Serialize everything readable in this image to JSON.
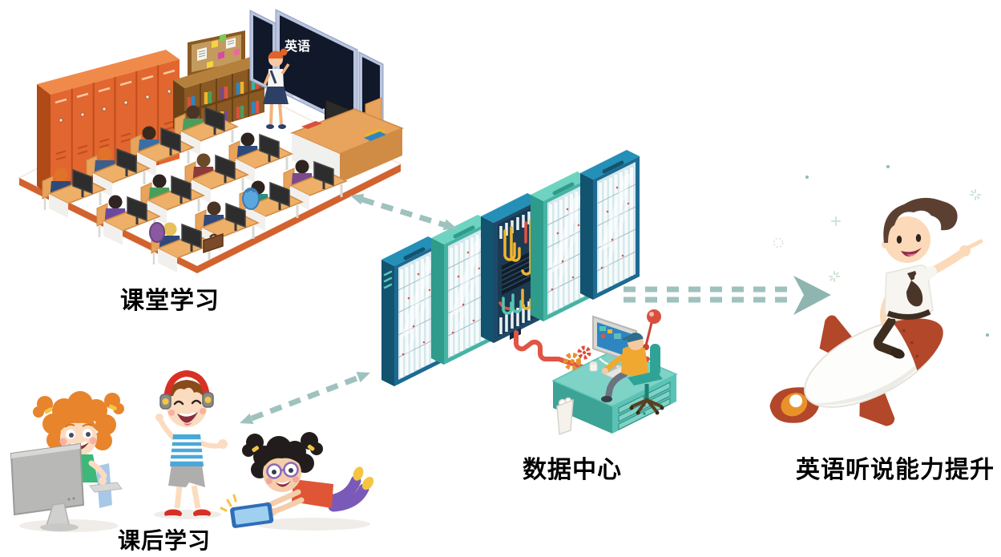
{
  "diagram": {
    "type": "infographic-flow",
    "background": "#ffffff",
    "scenes": {
      "classroom": {
        "label": "课堂学习",
        "blackboard_text": "英语",
        "illustration": "isometric-classroom-scene",
        "components": [
          "orange-lockers",
          "bulletin-board",
          "bookshelf",
          "blackboard",
          "teacher-figure",
          "student-computer-desks",
          "teacher-desk",
          "backpacks"
        ]
      },
      "after_class": {
        "label": "课后学习",
        "illustration": "children-learning-scene",
        "components": [
          "girl-at-desktop-computer",
          "boy-with-headphones",
          "girl-with-tablet"
        ]
      },
      "data_center": {
        "label": "数据中心",
        "illustration": "server-racks-and-operator-scene",
        "components": [
          "server-rack-row",
          "open-rack-with-cables",
          "red-network-cable",
          "operator-at-desk",
          "trash-bin"
        ]
      },
      "outcome": {
        "label": "英语听说能力提升",
        "illustration": "boy-riding-rocket-scene",
        "components": [
          "rocket",
          "boy-figure",
          "sparkles"
        ]
      }
    },
    "arrows": [
      {
        "id": "classroom-datacenter",
        "from": "classroom",
        "to": "data_center",
        "style": "dashed",
        "bidirectional": true
      },
      {
        "id": "afterclass-datacenter",
        "from": "after_class",
        "to": "data_center",
        "style": "dashed",
        "bidirectional": true
      },
      {
        "id": "datacenter-outcome",
        "from": "data_center",
        "to": "outcome",
        "style": "double-dashed",
        "bidirectional": false
      }
    ],
    "colors": {
      "arrow": "#9fc2be",
      "arrow_head": "#8fb5b1",
      "label_text": "#000000",
      "locker_orange": "#e2662f",
      "floor_edge_orange": "#d2622e",
      "blackboard_dark": "#10182a",
      "blackboard_frame": "#b9c4de",
      "rack_dark_teal": "#1d6a93",
      "rack_light_teal": "#46b4a4",
      "cable_red": "#e05545",
      "cable_yellow": "#f0b42e",
      "desk_teal": "#7fd2c6",
      "rocket_rust": "#b2472a",
      "flame_orange": "#e8932a",
      "headphones_red": "#d93025",
      "hair_orange": "#e8842b",
      "shirt_green": "#3cb878",
      "operator_shirt_yellow": "#f0a830"
    }
  }
}
